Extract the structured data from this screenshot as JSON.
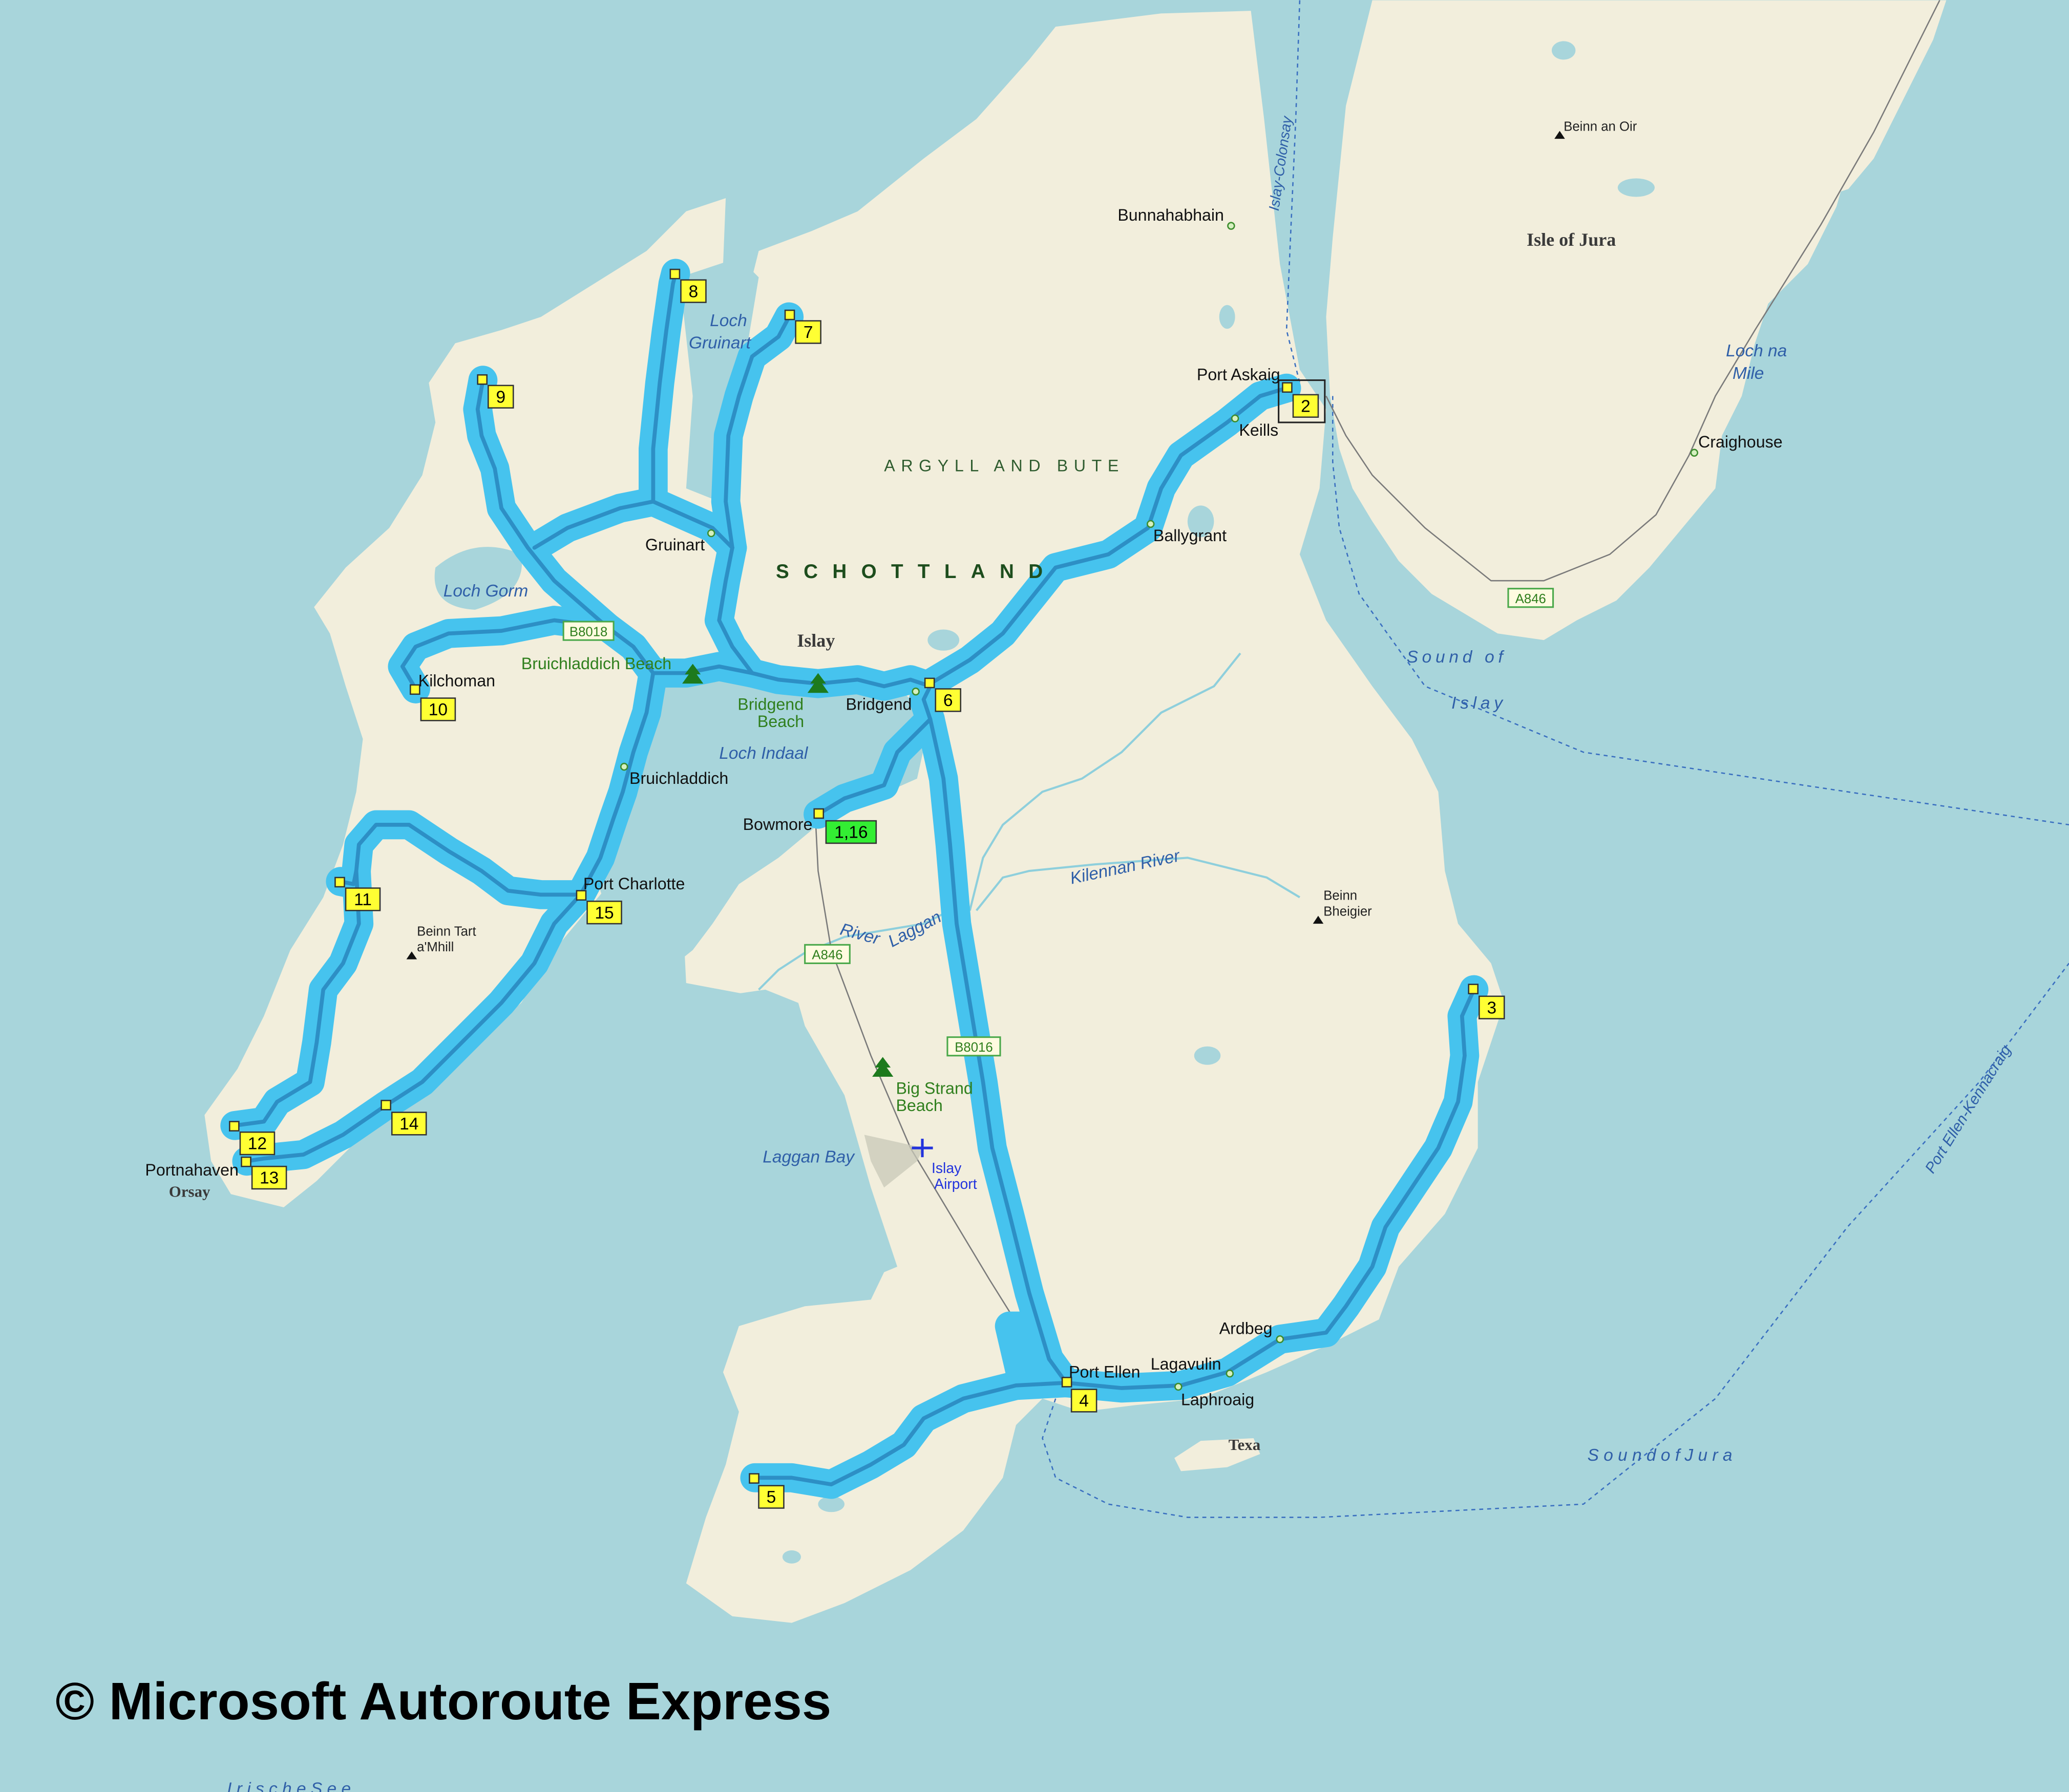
{
  "copyright": "© Microsoft Autoroute Express",
  "colors": {
    "sea": "#a8d5db",
    "land": "#f2eedc",
    "route": "#46c3ee",
    "waypoint": "#ffff33",
    "waypoint_start": "#33ee33"
  },
  "regions": {
    "county": "ARGYLL AND BUTE",
    "country": "SCHOTTLAND"
  },
  "islands": {
    "islay": "Islay",
    "jura": "Isle of Jura",
    "texa": "Texa",
    "orsay": "Orsay"
  },
  "towns": {
    "bunnahabhain": "Bunnahabhain",
    "port_askaig": "Port Askaig",
    "keills": "Keills",
    "craighouse": "Craighouse",
    "ballygrant": "Ballygrant",
    "gruinart": "Gruinart",
    "kilchoman": "Kilchoman",
    "bridgend": "Bridgend",
    "bruichladdich": "Bruichladdich",
    "bowmore": "Bowmore",
    "port_charlotte": "Port Charlotte",
    "portnahaven": "Portnahaven",
    "port_ellen": "Port Ellen",
    "lagavulin": "Lagavulin",
    "laphroaig": "Laphroaig",
    "ardbeg": "Ardbeg"
  },
  "water": {
    "loch_gruinart_1": "Loch",
    "loch_gruinart_2": "Gruinart",
    "loch_gorm": "Loch Gorm",
    "loch_indaal": "Loch Indaal",
    "loch_na_mile_1": "Loch na",
    "loch_na_mile_2": "Mile",
    "sound_islay_1": "Sound  of",
    "sound_islay_2": "Islay",
    "laggan_bay": "Laggan Bay",
    "river_laggan_1": "River",
    "river_laggan_2": "Laggan",
    "kilennan_river": "Kilennan River",
    "sound_jura": "S  o  u  n  d    o  f    J  u  r  a",
    "irische_see": "I  r  i  s  c  h  e    S  e  e"
  },
  "ferries": {
    "islay_colonsay": "Islay-Colonsay",
    "port_ellen_kennacraig": "Port Ellen-Kennacraig"
  },
  "beaches": {
    "bruichladdich_beach": "Bruichladdich Beach",
    "bridgend_beach_1": "Bridgend",
    "bridgend_beach_2": "Beach",
    "big_strand_1": "Big Strand",
    "big_strand_2": "Beach"
  },
  "peaks": {
    "beinn_an_oir": "Beinn an Oir",
    "beinn_tart_1": "Beinn Tart",
    "beinn_tart_2": "a'Mhill",
    "beinn_bheigier_1": "Beinn",
    "beinn_bheigier_2": "Bheigier"
  },
  "airport": {
    "line1": "Islay",
    "line2": "Airport"
  },
  "roads": {
    "b8018": "B8018",
    "b8016": "B8016",
    "a846_south": "A846",
    "a846_jura": "A846"
  },
  "waypoints": {
    "wp1": "1,16",
    "wp2": "2",
    "wp3": "3",
    "wp4": "4",
    "wp5": "5",
    "wp6": "6",
    "wp7": "7",
    "wp8": "8",
    "wp9": "9",
    "wp10": "10",
    "wp11": "11",
    "wp12": "12",
    "wp13": "13",
    "wp14": "14",
    "wp15": "15"
  }
}
